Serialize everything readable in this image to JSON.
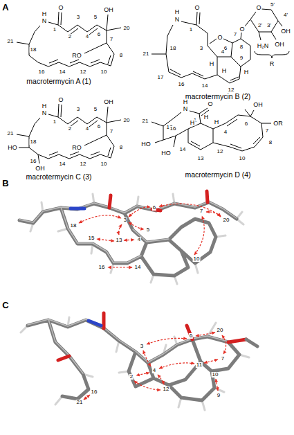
{
  "diagram": {
    "labels": [
      "A",
      "O",
      "H",
      "N",
      "1",
      "2",
      "3",
      "4",
      "5",
      "OH",
      "6",
      "20",
      "21",
      "18",
      "RO",
      "7",
      "8",
      "16",
      "14",
      "12",
      "10",
      "macrotermycin A (1)",
      "O",
      "H",
      "N",
      "1",
      "3",
      "O",
      "6",
      "O",
      "7",
      "O",
      "5'",
      "4'",
      "OH",
      "2'",
      "3'",
      "OH",
      "H₂N",
      "8",
      "9",
      "H",
      "4",
      "H",
      "H",
      "12",
      "14",
      "16",
      "17",
      "18",
      "21",
      "R",
      "macrotermycin B (2)",
      "O",
      "H",
      "N",
      "1",
      "2",
      "3",
      "4",
      "5",
      "OH",
      "6",
      "20",
      "21",
      "18",
      "RO",
      "7",
      "8",
      "HO",
      "16",
      "OH",
      "14",
      "12",
      "10",
      "macrotermycin C (3)",
      "H",
      "N",
      "O",
      "1",
      "21",
      "18",
      "H",
      "4",
      "6",
      "OH",
      "OR",
      "7",
      "8",
      "HO",
      "16",
      "HO",
      "H",
      "14",
      "13",
      "12",
      "H",
      "10",
      "macrotermycin D (4)",
      "B",
      "18",
      "3",
      "6",
      "7",
      "20",
      "5",
      "13",
      "4",
      "15",
      "10",
      "16",
      "14",
      "C",
      "20",
      "6",
      "3",
      "7",
      "11",
      "4",
      "2",
      "10",
      "12",
      "9",
      "21",
      "16"
    ]
  }
}
